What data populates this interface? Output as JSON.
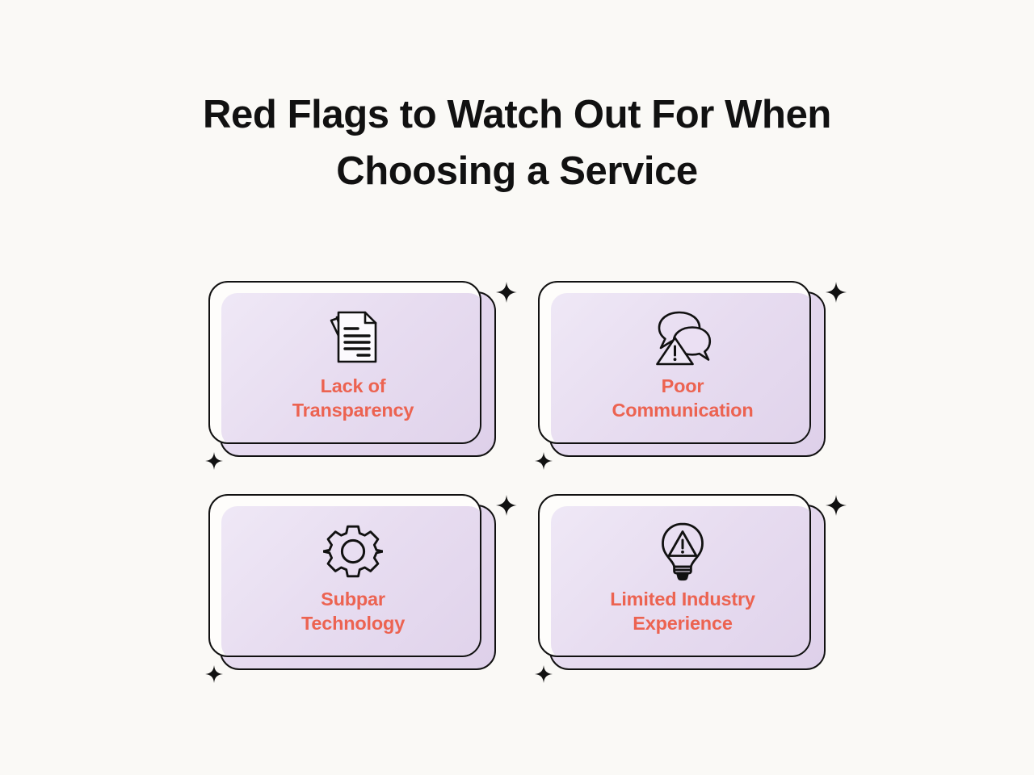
{
  "page": {
    "background_color": "#FAF9F6",
    "title": "Red Flags to Watch Out For When Choosing a Service"
  },
  "theme": {
    "title_color": "#111111",
    "label_color": "#EC6351",
    "card_outline_color": "#111111",
    "card_front_color": "#FEFDFB",
    "card_panel_color": "#E7DCF0",
    "icon_stroke_color": "#111111"
  },
  "cards": [
    {
      "id": "lack-of-transparency",
      "label": "Lack of Transparency",
      "label_line1": "Lack of",
      "label_line2": "Transparency",
      "icon": "documents-stack-icon",
      "sparkle_top_right": "sparkle-icon",
      "sparkle_bottom_left": "sparkle-icon"
    },
    {
      "id": "poor-communication",
      "label": "Poor Communication",
      "label_line1": "Poor",
      "label_line2": "Communication",
      "icon": "speech-bubbles-warning-icon",
      "sparkle_top_right": "sparkle-icon",
      "sparkle_bottom_left": "sparkle-icon"
    },
    {
      "id": "subpar-technology",
      "label": "Subpar Technology",
      "label_line1": "Subpar",
      "label_line2": "Technology",
      "icon": "gear-icon",
      "sparkle_top_right": "sparkle-icon",
      "sparkle_bottom_left": "sparkle-icon"
    },
    {
      "id": "limited-industry-experience",
      "label": "Limited Industry Experience",
      "label_line1": "Limited Industry",
      "label_line2": "Experience",
      "icon": "lightbulb-warning-icon",
      "sparkle_top_right": "sparkle-icon",
      "sparkle_bottom_left": "sparkle-icon"
    }
  ]
}
